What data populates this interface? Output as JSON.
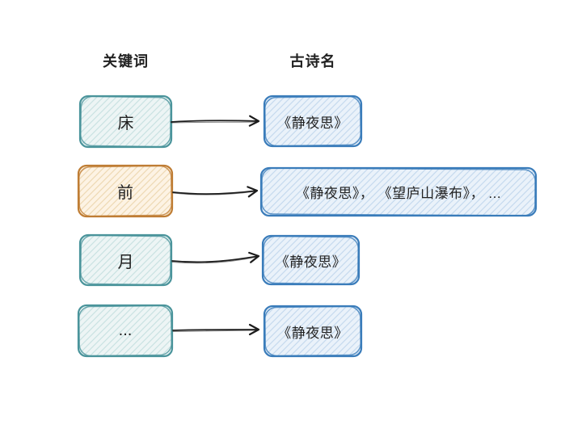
{
  "headers": {
    "left": "关键词",
    "right": "古诗名"
  },
  "rows": [
    {
      "keyword": "床",
      "keyword_style": "teal",
      "poems": "《静夜思》"
    },
    {
      "keyword": "前",
      "keyword_style": "orange",
      "poems": "《静夜思》， 《望庐山瀑布》， ..."
    },
    {
      "keyword": "月",
      "keyword_style": "teal",
      "poems": "《静夜思》"
    },
    {
      "keyword": "...",
      "keyword_style": "teal",
      "poems": "《静夜思》"
    }
  ],
  "colors": {
    "canvas": "#ffffff",
    "text": "#222222",
    "arrow": "#1c1c1c",
    "teal_border": "#4a949b",
    "teal_fill": "#edf5f5",
    "teal_hatch": "#c9e2e2",
    "orange_border": "#bf7d34",
    "orange_fill": "#fdf3e4",
    "orange_hatch": "#eed9b4",
    "blue_border": "#3a7cba",
    "blue_fill": "#eaf2fa",
    "blue_hatch": "#c6daee"
  }
}
